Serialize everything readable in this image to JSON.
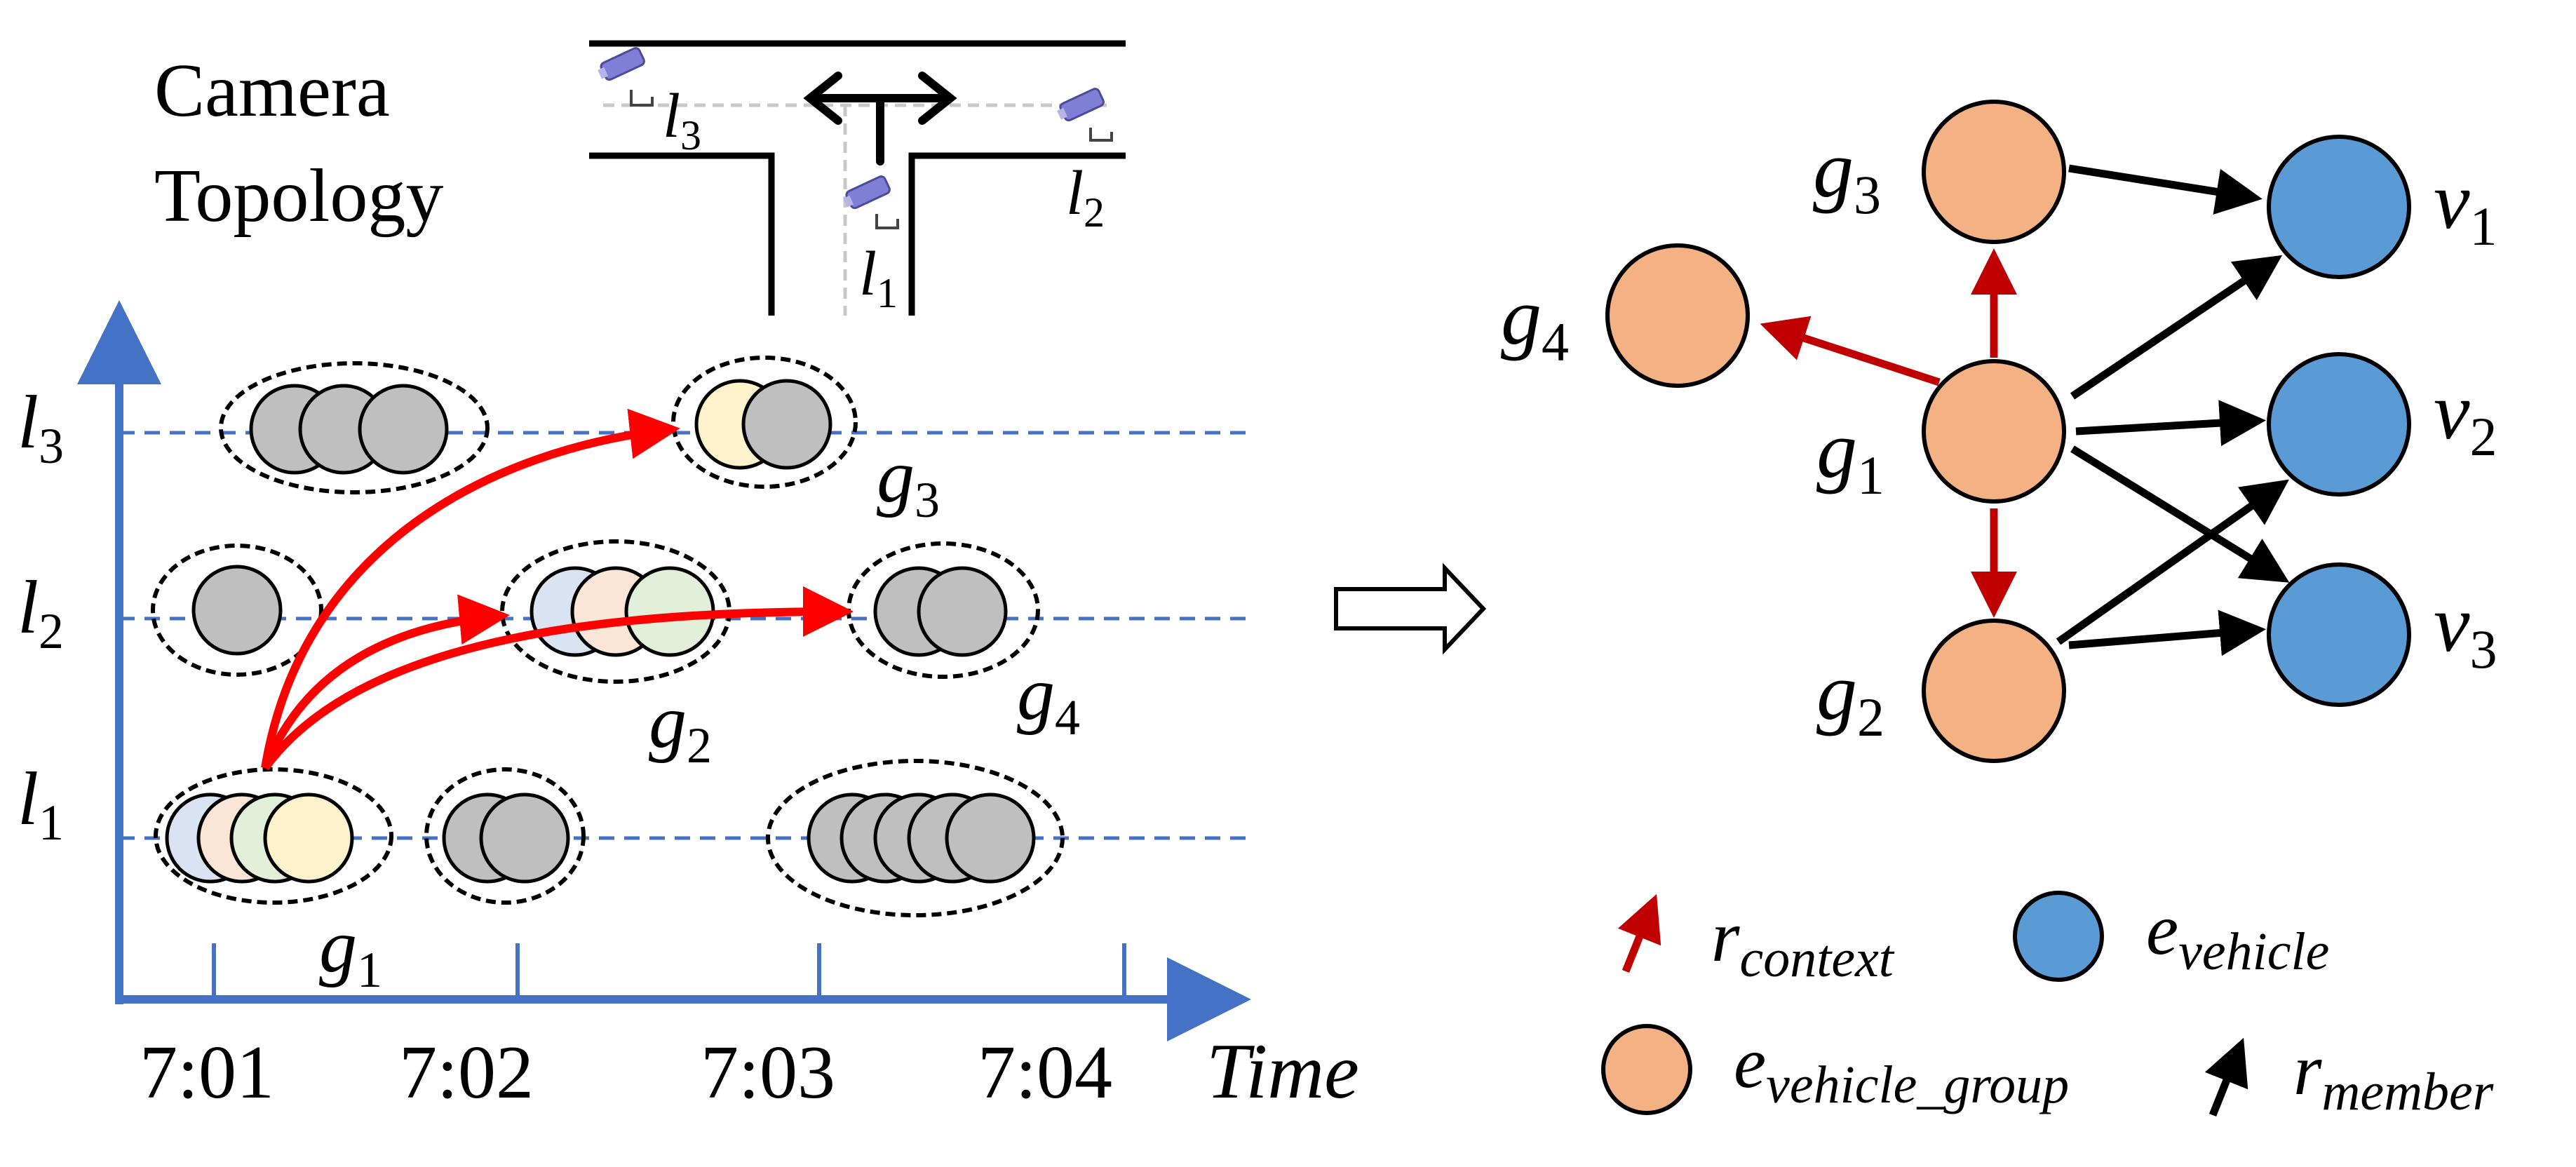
{
  "colors": {
    "axis_blue": "#4472C4",
    "dashed_blue": "#4472C4",
    "red_arrow": "#FF0000",
    "dark_red_arrow": "#C00000",
    "orange_node": "#F4B183",
    "blue_node": "#5B9BD5",
    "vehicle_gray": "#BFBFBF",
    "vehicle_blue": "#DAE3F3",
    "vehicle_peach": "#FBE5D6",
    "vehicle_green": "#E2F0D9",
    "vehicle_yellow": "#FFF2CC",
    "camera_purple": "#7F7FD5"
  },
  "topology": {
    "title_line1": "Camera",
    "title_line2": "Topology",
    "labels": [
      {
        "base": "l",
        "sub": "3"
      },
      {
        "base": "l",
        "sub": "2"
      },
      {
        "base": "l",
        "sub": "1"
      }
    ]
  },
  "timeline": {
    "y_labels": [
      {
        "base": "l",
        "sub": "3"
      },
      {
        "base": "l",
        "sub": "2"
      },
      {
        "base": "l",
        "sub": "1"
      }
    ],
    "x_ticks": [
      "7:01",
      "7:02",
      "7:03",
      "7:04"
    ],
    "x_title": "Time",
    "group_labels": [
      {
        "base": "g",
        "sub": "1"
      },
      {
        "base": "g",
        "sub": "2"
      },
      {
        "base": "g",
        "sub": "3"
      },
      {
        "base": "g",
        "sub": "4"
      }
    ]
  },
  "graph": {
    "group_nodes": [
      {
        "base": "g",
        "sub": "3"
      },
      {
        "base": "g",
        "sub": "4"
      },
      {
        "base": "g",
        "sub": "1"
      },
      {
        "base": "g",
        "sub": "2"
      }
    ],
    "vehicle_nodes": [
      {
        "base": "v",
        "sub": "1"
      },
      {
        "base": "v",
        "sub": "2"
      },
      {
        "base": "v",
        "sub": "3"
      }
    ]
  },
  "legend": {
    "r_context": {
      "base": "r",
      "sub": "context"
    },
    "e_vehicle": {
      "base": "e",
      "sub": "vehicle"
    },
    "e_vehicle_group": {
      "base": "e",
      "sub": "vehicle_group"
    },
    "r_member": {
      "base": "r",
      "sub": "member"
    }
  }
}
